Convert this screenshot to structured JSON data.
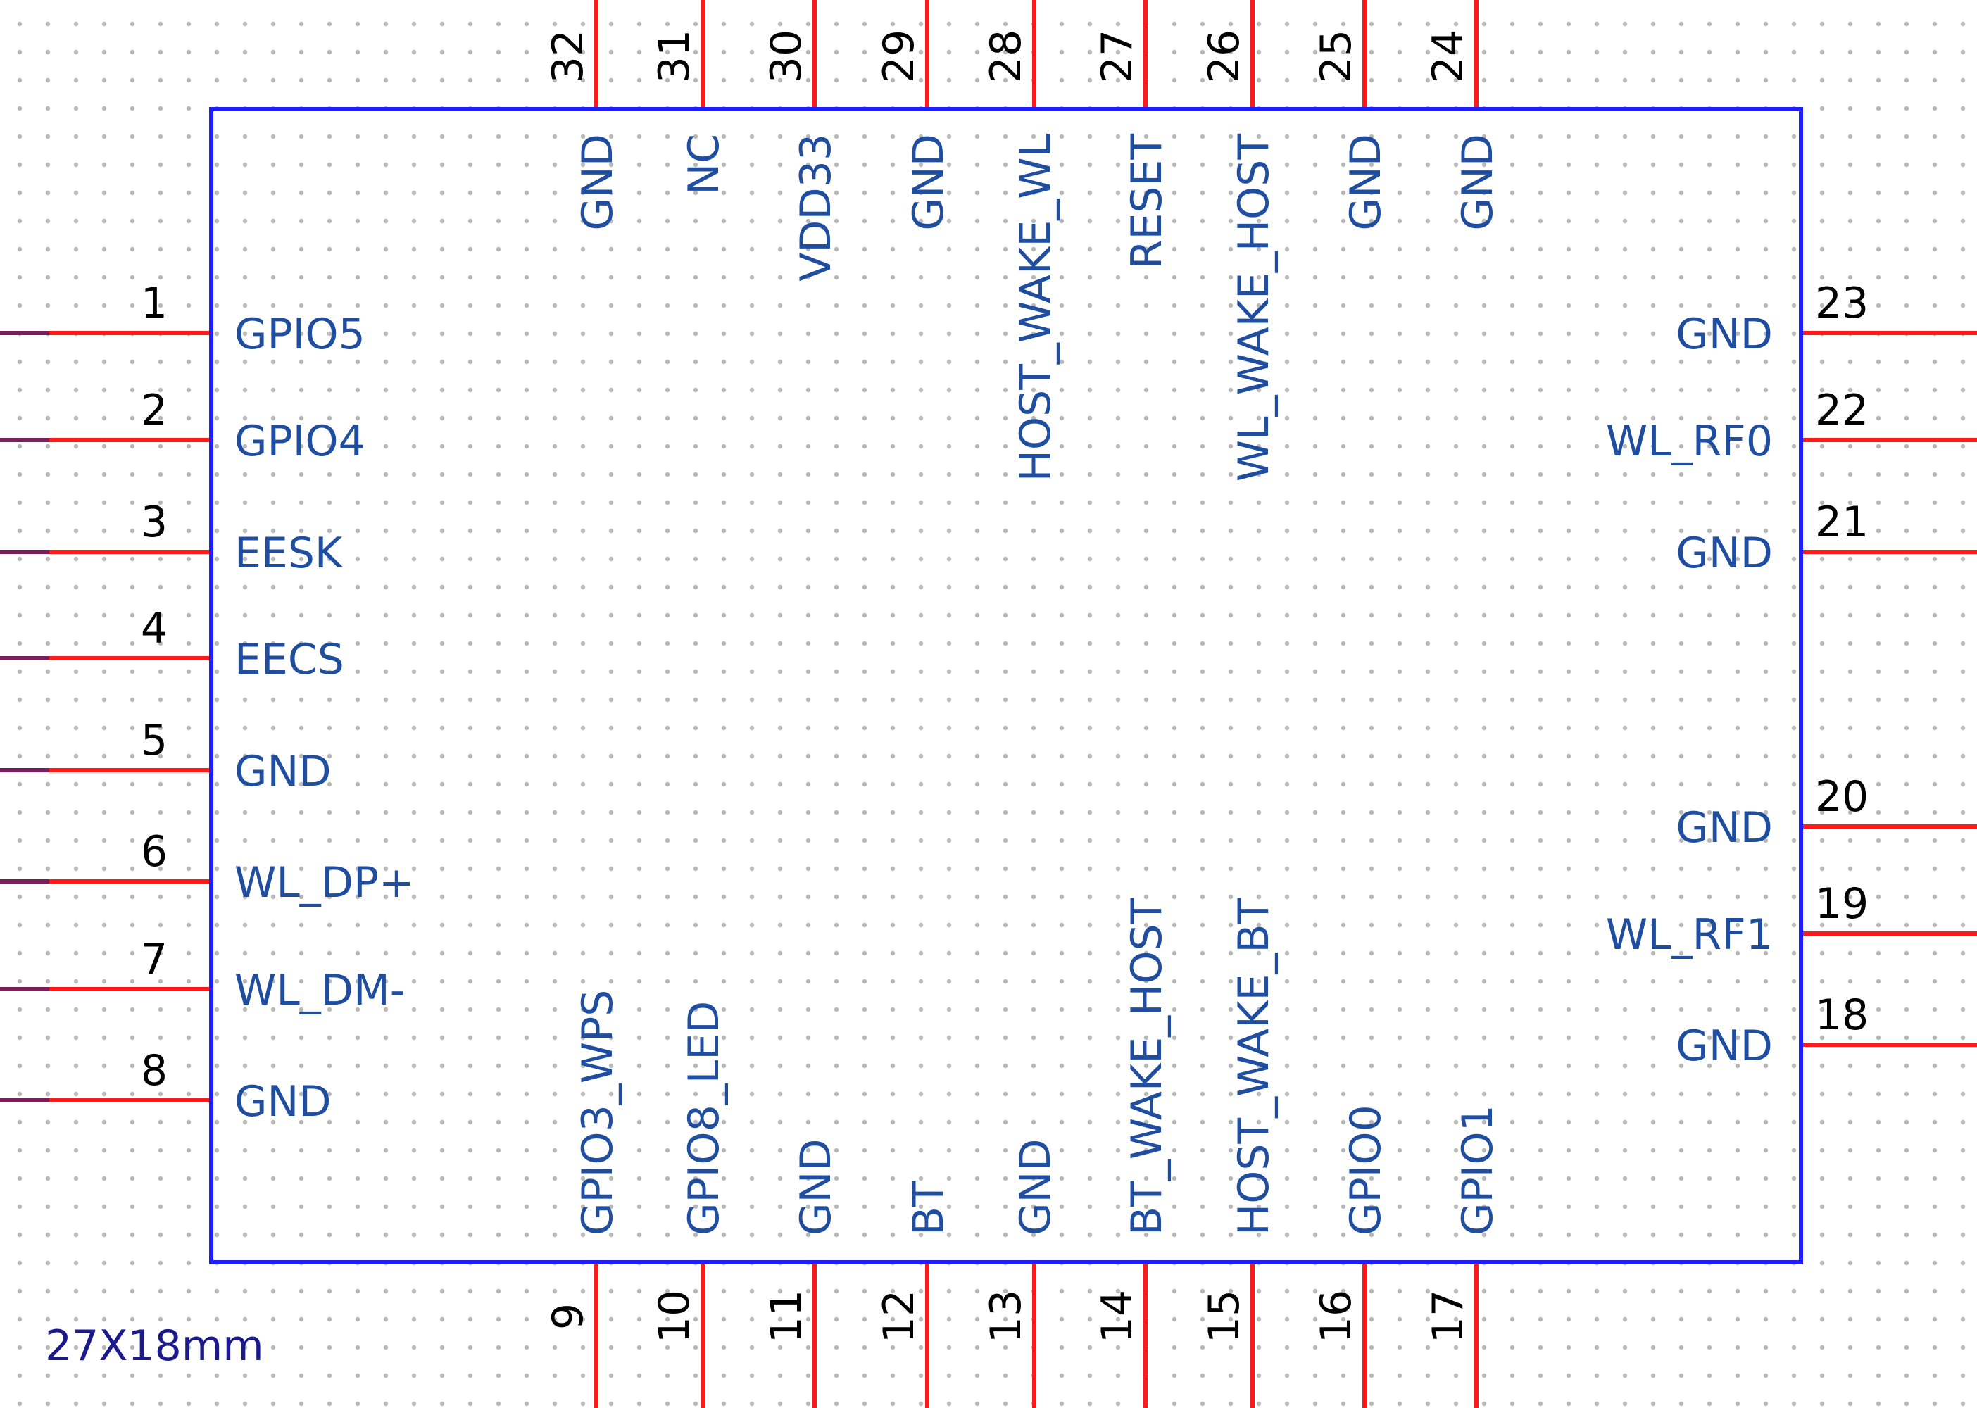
{
  "component": {
    "size_note": "27X18mm",
    "pins_left": [
      {
        "num": "1",
        "name": "GPIO5"
      },
      {
        "num": "2",
        "name": "GPIO4"
      },
      {
        "num": "3",
        "name": "EESK"
      },
      {
        "num": "4",
        "name": "EECS"
      },
      {
        "num": "5",
        "name": "GND"
      },
      {
        "num": "6",
        "name": "WL_DP+"
      },
      {
        "num": "7",
        "name": "WL_DM-"
      },
      {
        "num": "8",
        "name": "GND"
      }
    ],
    "pins_bottom": [
      {
        "num": "9",
        "name": "GPIO3_WPS"
      },
      {
        "num": "10",
        "name": "GPIO8_LED"
      },
      {
        "num": "11",
        "name": "GND"
      },
      {
        "num": "12",
        "name": "BT"
      },
      {
        "num": "13",
        "name": "GND"
      },
      {
        "num": "14",
        "name": "BT_WAKE_HOST"
      },
      {
        "num": "15",
        "name": "HOST_WAKE_BT"
      },
      {
        "num": "16",
        "name": "GPIO0"
      },
      {
        "num": "17",
        "name": "GPIO1"
      }
    ],
    "pins_right": [
      {
        "num": "23",
        "name": "GND"
      },
      {
        "num": "22",
        "name": "WL_RF0"
      },
      {
        "num": "21",
        "name": "GND"
      },
      {
        "num": "20",
        "name": "GND"
      },
      {
        "num": "19",
        "name": "WL_RF1"
      },
      {
        "num": "18",
        "name": "GND"
      }
    ],
    "pins_top": [
      {
        "num": "32",
        "name": "GND"
      },
      {
        "num": "31",
        "name": "NC"
      },
      {
        "num": "30",
        "name": "VDD33"
      },
      {
        "num": "29",
        "name": "GND"
      },
      {
        "num": "28",
        "name": "HOST_WAKE_WL"
      },
      {
        "num": "27",
        "name": "RESET"
      },
      {
        "num": "26",
        "name": "WL_WAKE_HOST"
      },
      {
        "num": "25",
        "name": "GND"
      },
      {
        "num": "24",
        "name": "GND"
      }
    ]
  },
  "colors": {
    "body_outline": "#1e1eff",
    "pin_line": "#ff1a1a",
    "wire_stub": "#7a1f5c",
    "grid_dot": "#b8b8b8",
    "label": "#1f4ea0",
    "pin_number": "#000000",
    "note": "#1a1a8c"
  }
}
